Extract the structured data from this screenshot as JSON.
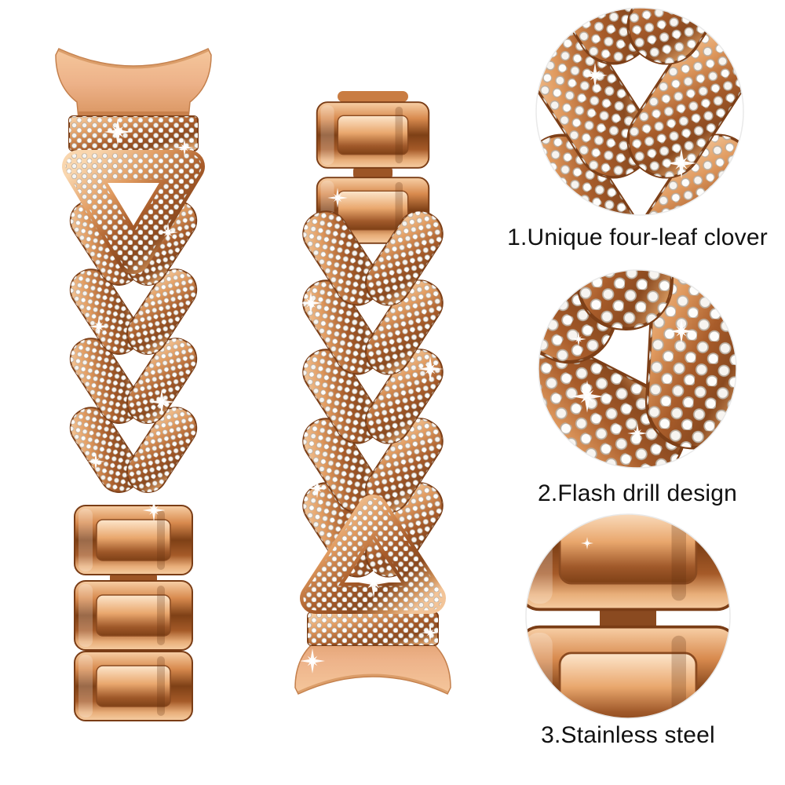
{
  "features": [
    {
      "label": "1.Unique four-leaf clover"
    },
    {
      "label": "2.Flash drill design"
    },
    {
      "label": "3.Stainless steel"
    }
  ],
  "colors": {
    "background": "#ffffff",
    "rose_gold_light": "#f8d3ab",
    "rose_gold_base": "#d98c52",
    "rose_gold_dark": "#8a4a20",
    "connector": "#eeb289",
    "rhinestone": "#f6f3ef",
    "rhinestone_edge": "#b9aea1",
    "label_text": "#111111"
  }
}
